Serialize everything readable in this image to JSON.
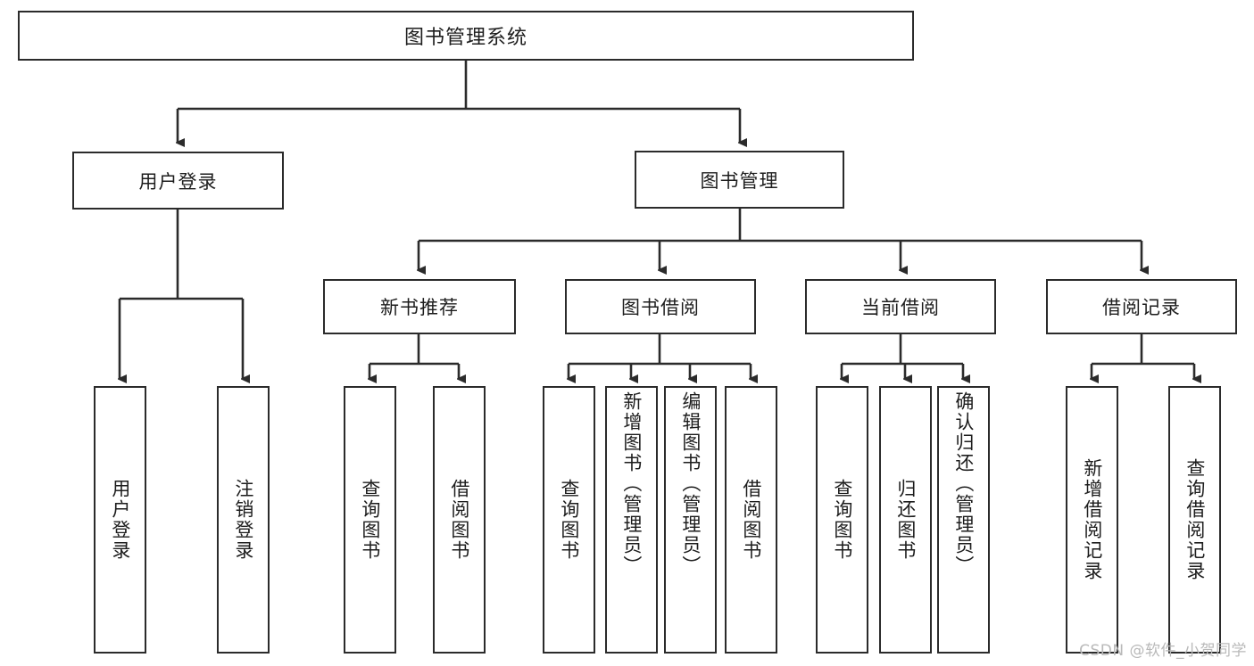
{
  "diagram": {
    "type": "tree-hierarchy",
    "title": "图书管理系统",
    "root": {
      "label": "图书管理系统"
    },
    "level1": [
      {
        "label": "用户登录"
      },
      {
        "label": "图书管理"
      }
    ],
    "level2": [
      {
        "label": "新书推荐"
      },
      {
        "label": "图书借阅"
      },
      {
        "label": "当前借阅"
      },
      {
        "label": "借阅记录"
      }
    ],
    "leaves": {
      "user_login": [
        {
          "label": "用户登录"
        },
        {
          "label": "注销登录"
        }
      ],
      "new_book_recommend": [
        {
          "label": "查询图书"
        },
        {
          "label": "借阅图书"
        }
      ],
      "book_borrow": [
        {
          "label": "查询图书"
        },
        {
          "label": "新增图书（管理员）"
        },
        {
          "label": "编辑图书（管理员）"
        },
        {
          "label": "借阅图书"
        }
      ],
      "current_borrow": [
        {
          "label": "查询图书"
        },
        {
          "label": "归还图书"
        },
        {
          "label": "确认归还（管理员）"
        }
      ],
      "borrow_record": [
        {
          "label": "新增借阅记录"
        },
        {
          "label": "查询借阅记录"
        }
      ]
    }
  },
  "watermark": {
    "text": "CSDN @软件_小贺同学"
  },
  "colors": {
    "background": "#ffffff",
    "stroke": "#2b2b2b",
    "text": "#1d1d1d",
    "watermark": "#b9b9b9"
  }
}
